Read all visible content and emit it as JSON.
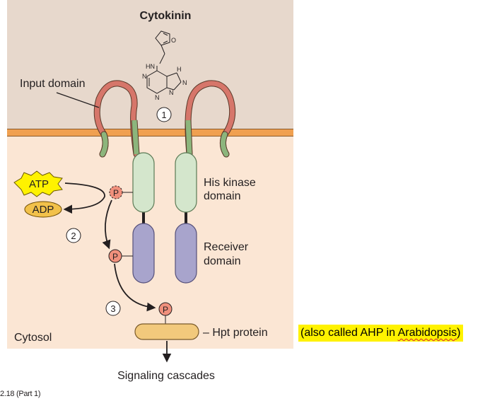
{
  "diagram": {
    "ligand_label": "Cytokinin",
    "input_domain_label": "Input domain",
    "his_kinase_label_line1": "His kinase",
    "his_kinase_label_line2": "domain",
    "receiver_label_line1": "Receiver",
    "receiver_label_line2": "domain",
    "hpt_label": "– Hpt protein",
    "cytosol_label": "Cytosol",
    "signaling_label": "Signaling cascades",
    "atp_label": "ATP",
    "adp_label": "ADP",
    "phosphate_label": "P",
    "step_labels": [
      "1",
      "2",
      "3"
    ],
    "molecule_atoms": {
      "hn": "HN",
      "n1": "N",
      "n2": "N",
      "n3": "N",
      "nh": "H",
      "n4": "N",
      "o": "O"
    },
    "figure_caption": "2.18 (Part 1)"
  },
  "annotation": {
    "prefix": "(also called AHP in ",
    "underlined": "Arabidopsis",
    "suffix": ")"
  },
  "colors": {
    "extracellular": "#e7d8cc",
    "cytosol": "#fbe6d4",
    "membrane": "#f0a050",
    "input_loop": "#d6766a",
    "transmembrane_stem": "#8cb57c",
    "kinase_domain": "#d4e6cc",
    "receiver_domain": "#a8a4cc",
    "hpt_protein": "#f2c97c",
    "phosphate": "#f0907c",
    "atp_star": "#fff200",
    "adp_oval": "#f2c14a",
    "highlight": "#fff200"
  }
}
